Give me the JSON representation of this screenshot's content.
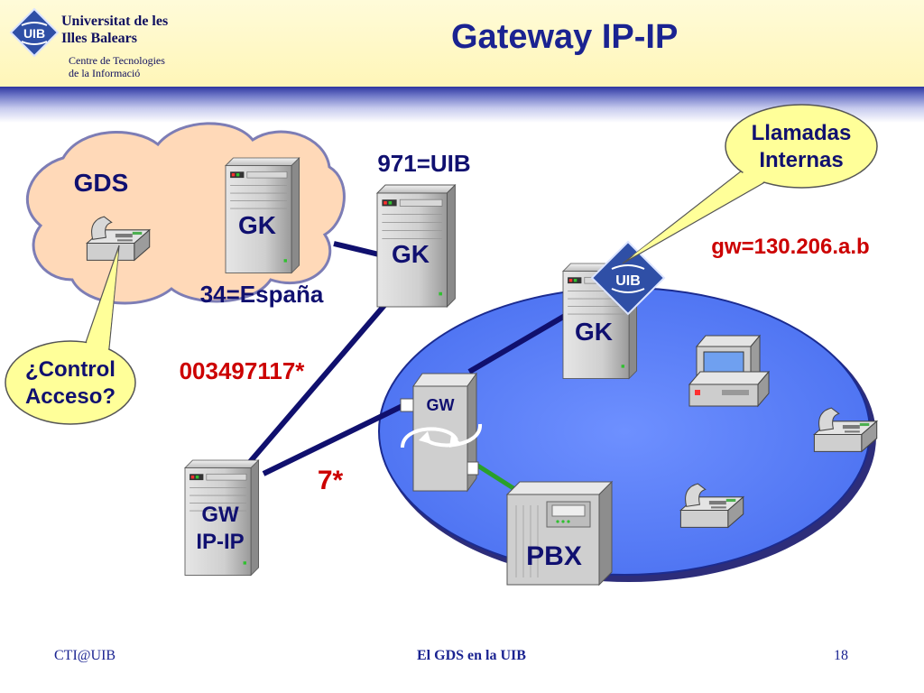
{
  "header": {
    "university_line1": "Universitat de les",
    "university_line2": "Illes Balears",
    "department_line1": "Centre de Tecnologies",
    "department_line2": "de la Informació",
    "logo_text": "UIB",
    "title": "Gateway IP-IP"
  },
  "diagram": {
    "gds_cloud": {
      "label": "GDS",
      "gk_label": "GK",
      "country_code": "34=España"
    },
    "uib_gk": {
      "label": "GK",
      "prefix": "971=UIB"
    },
    "campus": {
      "gk_label": "GK",
      "gw_label": "GW",
      "pbx_label": "PBX",
      "gw_address": "gw=130.206.a.b",
      "logo_text": "UIB"
    },
    "gw_ip_ip": {
      "line1": "GW",
      "line2": "IP-IP"
    },
    "dial_number": "003497117*",
    "dial_internal": "7*",
    "callout_access": {
      "line1": "¿Control",
      "line2": "Acceso?"
    },
    "callout_internal": {
      "line1": "Llamadas",
      "line2": "Internas"
    }
  },
  "footer": {
    "left": "CTI@UIB",
    "center": "El GDS en la UIB",
    "page": "18"
  },
  "colors": {
    "title": "#1a2391",
    "link": "#101070",
    "red_text": "#cc0000",
    "callout_fill": "#ffff99",
    "campus_fill": "#5f82ff",
    "cloud_fill": "#ffd9b8"
  }
}
